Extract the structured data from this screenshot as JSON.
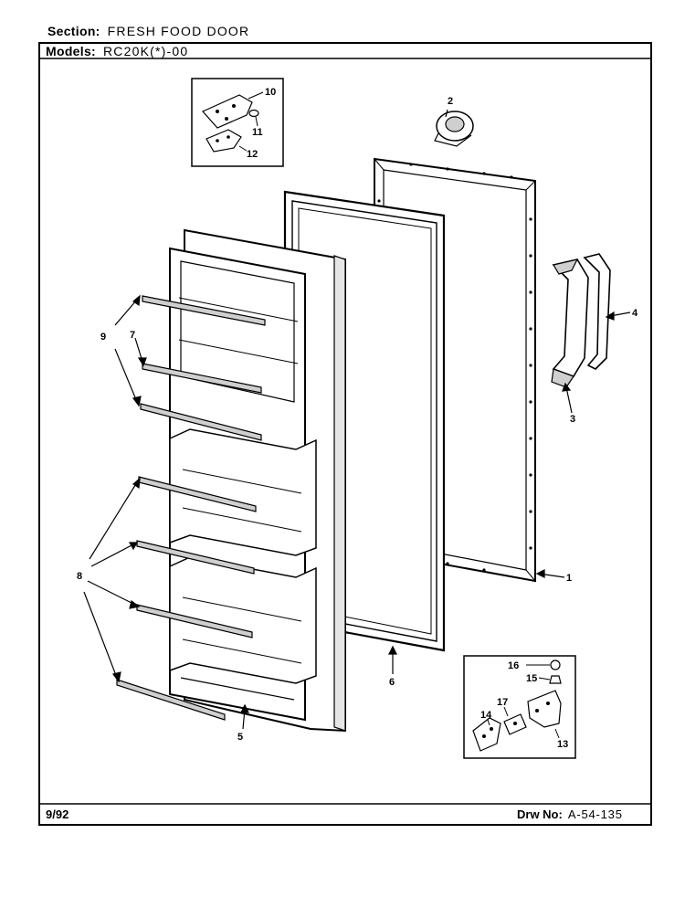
{
  "header": {
    "section_label": "Section:",
    "section_value": "FRESH FOOD DOOR",
    "models_label": "Models:",
    "models_value": "RC20K(*)-00"
  },
  "footer": {
    "date": "9/92",
    "drawing_label": "Drw No:",
    "drawing_number": "A-54-135"
  },
  "callouts": {
    "c1": "1",
    "c2": "2",
    "c3": "3",
    "c4": "4",
    "c5": "5",
    "c6": "6",
    "c7": "7",
    "c8": "8",
    "c9": "9",
    "c10": "10",
    "c11": "11",
    "c12": "12",
    "c13": "13",
    "c14": "14",
    "c15": "15",
    "c16": "16",
    "c17": "17"
  },
  "colors": {
    "ink": "#000000",
    "paper": "#ffffff",
    "shade": "#cfcfcf"
  }
}
